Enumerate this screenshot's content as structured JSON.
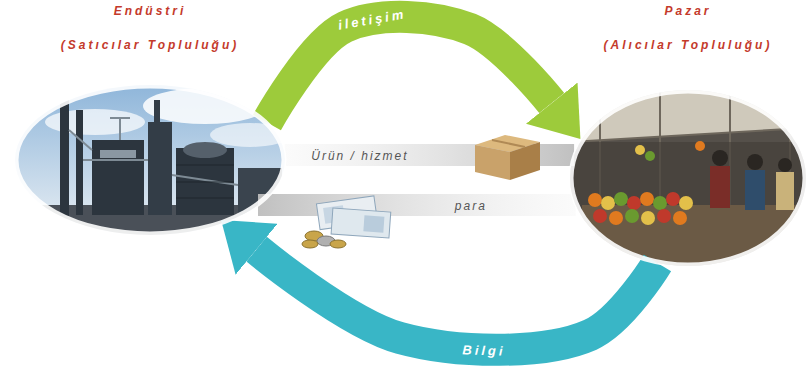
{
  "diagram": {
    "nodes": [
      {
        "text": [
          "Endüstri",
          "(Satıcılar Topluluğu)"
        ]
      },
      {
        "text": [
          "Pazar",
          "(Alıcılar Topluluğu)"
        ]
      }
    ],
    "edges": [
      {
        "from": 0,
        "to": 1,
        "arrow": "to",
        "label": "iletişim"
      },
      {
        "from": 0,
        "to": 1,
        "arrow": "none",
        "label": "Ürün / hizmet"
      },
      {
        "from": 1,
        "to": 0,
        "arrow": "none",
        "label": "para"
      },
      {
        "from": 1,
        "to": 0,
        "arrow": "to",
        "label": "Bilgi"
      }
    ]
  }
}
